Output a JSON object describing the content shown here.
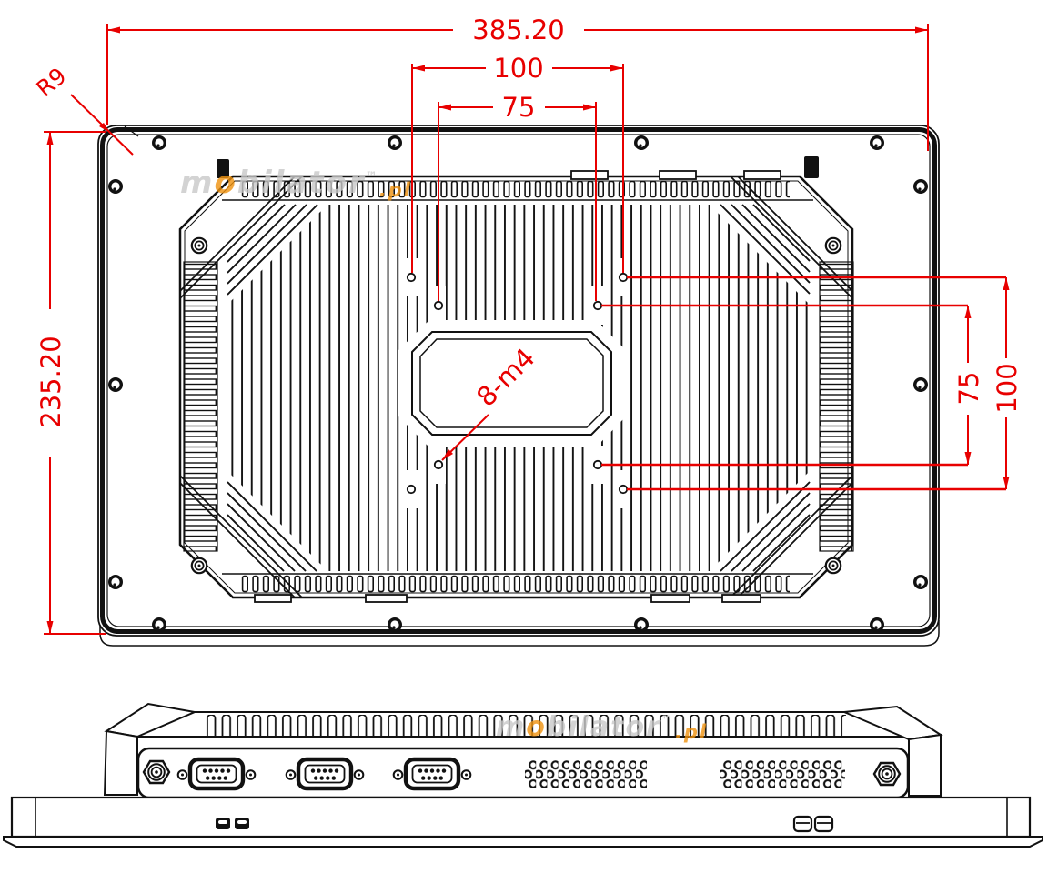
{
  "drawing": {
    "type": "technical-dimension-drawing",
    "views": [
      "rear-view",
      "bottom-view"
    ]
  },
  "colors": {
    "dimension_red": "#e80000",
    "line_black": "#111111",
    "watermark_gray": "#c9c9c9",
    "watermark_orange": "#f0920e"
  },
  "labels": {
    "overall_width": "385.20",
    "overall_height": "235.20",
    "corner_radius": "R9",
    "vesa_width_100": "100",
    "vesa_width_75": "75",
    "vesa_height_75": "75",
    "vesa_height_100": "100",
    "thread_note": "8-m4"
  },
  "watermark": {
    "m": "m",
    "o": "o",
    "rest": "bilator",
    "tm": "™",
    "pl": ".pl"
  }
}
